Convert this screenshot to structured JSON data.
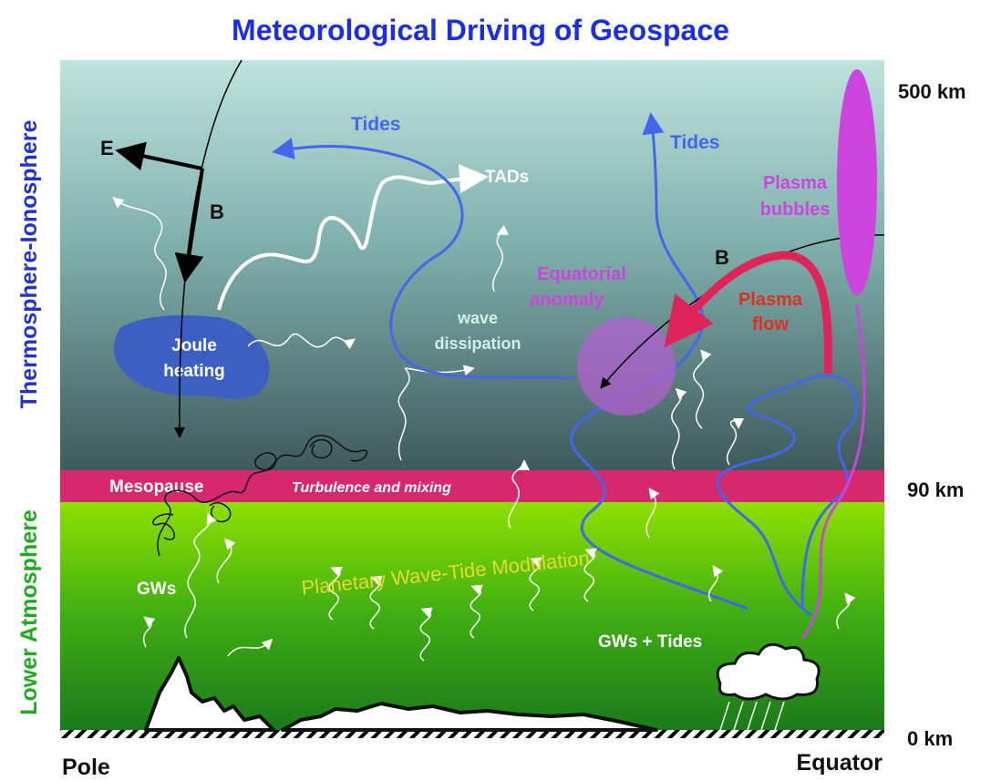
{
  "title": "Meteorological Driving of Geospace",
  "altitudes": {
    "top": "500 km",
    "mid": "90 km",
    "bottom": "0 km"
  },
  "regions": {
    "upper": "Thermosphere-Ionosphere",
    "lower": "Lower Atmosphere"
  },
  "axis": {
    "left": "Pole",
    "right": "Equator"
  },
  "labels": {
    "e_field": "E",
    "b_field_pole": "B",
    "b_field_equator": "B",
    "joule_heating_line1": "Joule",
    "joule_heating_line2": "heating",
    "tides_left": "Tides",
    "tides_right": "Tides",
    "tads": "TADs",
    "wave_dissipation_line1": "wave",
    "wave_dissipation_line2": "dissipation",
    "equatorial_anomaly_line1": "Equatorial",
    "equatorial_anomaly_line2": "anomaly",
    "plasma_bubbles_line1": "Plasma",
    "plasma_bubbles_line2": "bubbles",
    "plasma_flow_line1": "Plasma",
    "plasma_flow_line2": "flow",
    "mesopause": "Mesopause",
    "turbulence": "Turbulence and mixing",
    "planetary_wave": "Planetary Wave-Tide Modulation",
    "gws": "GWs",
    "gws_tides": "GWs + Tides"
  },
  "colors": {
    "title": "#1a2ee6",
    "upper_region_text": "#2233cc",
    "lower_region_text": "#22aa22",
    "mesopause_band": "#d6286c",
    "tides_line": "#4466ee",
    "plasma": "#cc44dd",
    "plasma_flow": "#e0245a",
    "planetary_wave_text": "#e8d832"
  }
}
